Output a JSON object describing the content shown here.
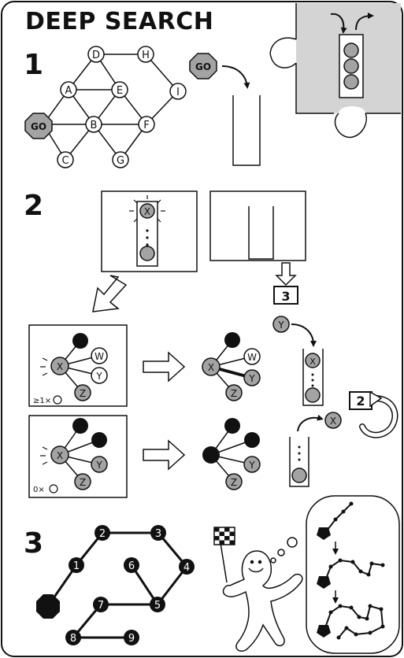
{
  "title": "DEEP SEARCH",
  "steps": [
    "1",
    "2",
    "3"
  ],
  "colors": {
    "ink": "#111111",
    "gray": "#a3a3a3",
    "panel": "#d4d4d4",
    "white": "#ffffff"
  },
  "go_label": "GO",
  "graph": {
    "nodes": [
      "A",
      "B",
      "C",
      "D",
      "E",
      "F",
      "G",
      "H",
      "I"
    ]
  },
  "step2": {
    "stack_top": "X",
    "count_labels": [
      "≥1×",
      "0×"
    ],
    "neighbors": [
      "W",
      "Y",
      "Z"
    ],
    "push_label": "Y",
    "pop_label": "X",
    "goto_badges": [
      "3",
      "2"
    ]
  },
  "path": {
    "labels": [
      "1",
      "2",
      "3",
      "4",
      "5",
      "6",
      "7",
      "8",
      "9"
    ]
  }
}
